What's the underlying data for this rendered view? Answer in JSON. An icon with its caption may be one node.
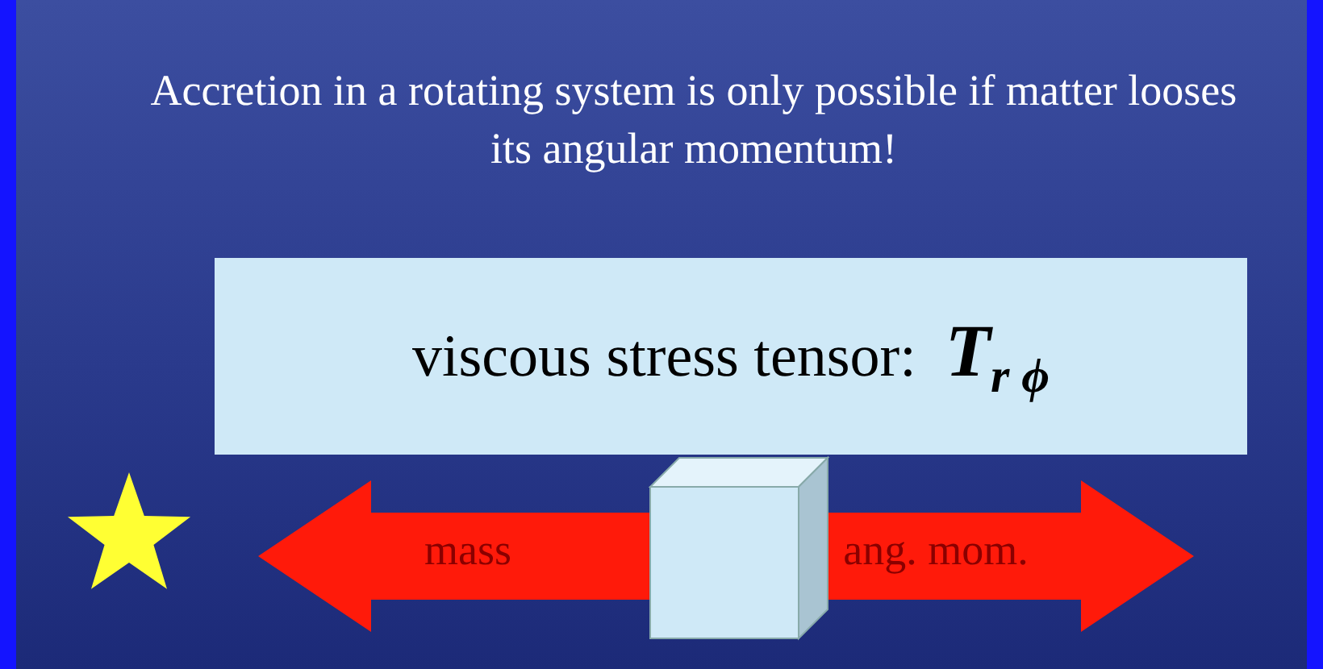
{
  "diagram": {
    "title": "Accretion in a rotating system is only possible if matter looses its angular momentum!",
    "nodes": [
      {
        "text": [
          "viscous stress tensor:",
          "T$_{r ϕ}$"
        ]
      },
      {
        "text": [],
        "shape": "box"
      }
    ],
    "labels": [
      "mass",
      "ang. mom."
    ]
  }
}
